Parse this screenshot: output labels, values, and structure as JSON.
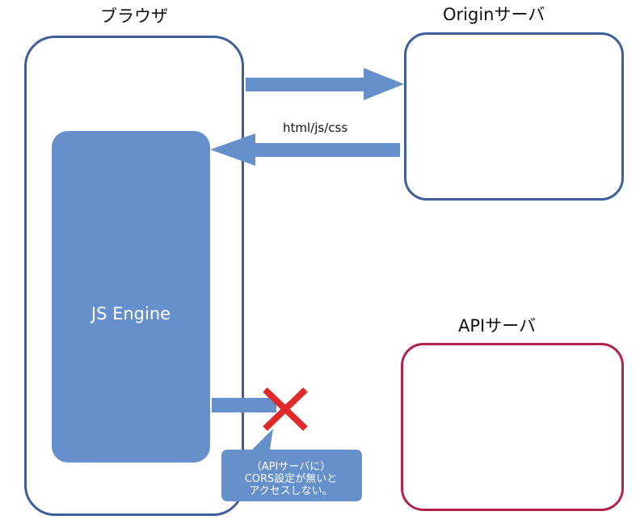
{
  "browser": {
    "title": "ブラウザ",
    "engine_label": "JS Engine"
  },
  "origin_server": {
    "title": "Originサーバ"
  },
  "api_server": {
    "title": "APIサーバ"
  },
  "response_arrow": {
    "label": "html/js/css"
  },
  "blocked_request": {
    "icon": "red-x-icon",
    "callout_lines": [
      "（APIサーバに）",
      "CORS設定が無いと",
      "アクセスしない。"
    ]
  },
  "colors": {
    "browser_border": "#3e5f9a",
    "origin_border": "#3e5f9a",
    "api_border": "#b1234e",
    "engine_fill": "#6690cb",
    "arrow_fill": "#6690cb",
    "cross": "#e02a2a"
  }
}
